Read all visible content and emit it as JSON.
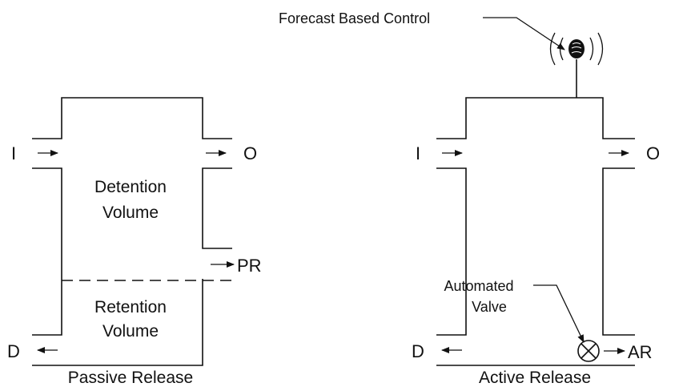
{
  "passive": {
    "inflow": "I",
    "outflow": "O",
    "drain": "D",
    "release": "PR",
    "detention": [
      "Detention",
      "Volume"
    ],
    "retention": [
      "Retention",
      "Volume"
    ],
    "caption": "Passive Release"
  },
  "active": {
    "inflow": "I",
    "outflow": "O",
    "drain": "D",
    "release": "AR",
    "control": "Forecast Based Control",
    "valve": [
      "Automated",
      "Valve"
    ],
    "caption": "Active Release"
  }
}
